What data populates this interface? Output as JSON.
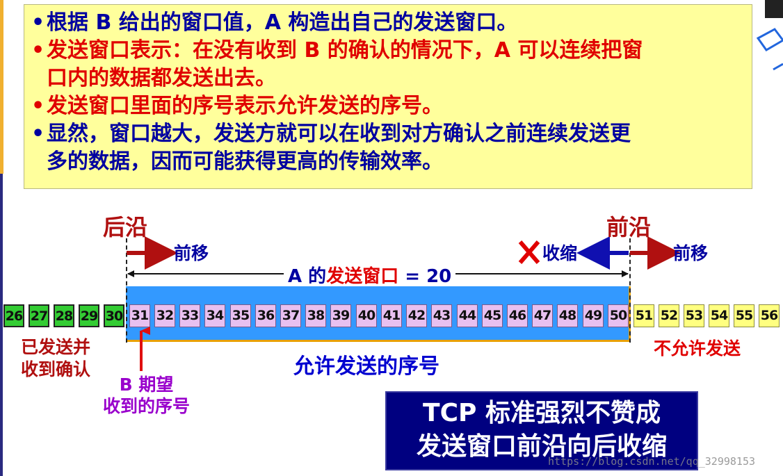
{
  "notes": [
    {
      "bullet": "•",
      "text": "根据 B 给出的窗口值，A 构造出自己的发送窗口。",
      "color": "blue"
    },
    {
      "bullet": "•",
      "text": "发送窗口表示：在没有收到 B 的确认的情况下，A 可以连续把窗\n口内的数据都发送出去。",
      "color": "red"
    },
    {
      "bullet": "•",
      "text": "发送窗口里面的序号表示允许发送的序号。",
      "color": "red"
    },
    {
      "bullet": "•",
      "text": "显然，窗口越大，发送方就可以在收到对方确认之前连续发送更\n多的数据，因而可能获得更高的传输效率。",
      "color": "blue"
    }
  ],
  "labels": {
    "rear_edge": "后沿",
    "front_edge": "前沿",
    "move_forward_left": "前移",
    "shrink": "收缩",
    "move_forward_right": "前移",
    "window_prefix": "A 的",
    "window_name": "发送窗口",
    "window_value": " = 20",
    "sent_acked": "已发送并\n收到确认",
    "allowed": "允许发送的序号",
    "not_allowed": "不允许发送",
    "b_expect": "B 期望\n收到的序号"
  },
  "sequence": {
    "sent_acked": [
      "26",
      "27",
      "28",
      "29",
      "30"
    ],
    "allowed": [
      "31",
      "32",
      "33",
      "34",
      "35",
      "36",
      "37",
      "38",
      "39",
      "40",
      "41",
      "42",
      "43",
      "44",
      "45",
      "46",
      "47",
      "48",
      "49",
      "50"
    ],
    "not_allowed": [
      "51",
      "52",
      "53",
      "54",
      "55",
      "56"
    ]
  },
  "tcp_box": {
    "line1": "TCP 标准强烈不赞成",
    "line2": "发送窗口前沿向后收缩"
  },
  "watermark": "https://blog.csdn.net/qq_32998153",
  "colors": {
    "note_bg": "#ffff9c",
    "blue_text": "#0000a0",
    "red_text": "#e00000",
    "window_band": "#3399ff",
    "sent_cell": "#33cc33",
    "allowed_cell": "#e8c0f0",
    "not_allowed_cell": "#ffff80",
    "tcp_box_bg": "#000080",
    "purple_text": "#9900cc"
  }
}
